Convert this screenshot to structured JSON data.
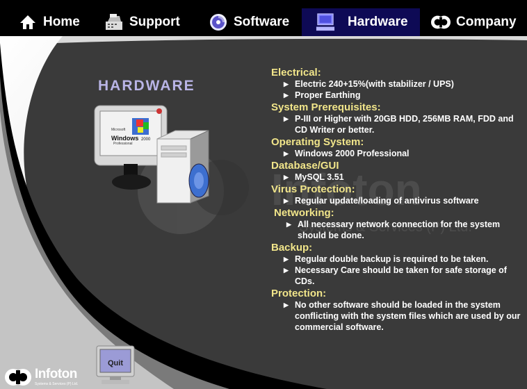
{
  "nav": [
    {
      "label": "Home",
      "icon": "house-icon",
      "active": false
    },
    {
      "label": "Support",
      "icon": "cash-register-icon",
      "active": false
    },
    {
      "label": "Software",
      "icon": "cd-icon",
      "active": false
    },
    {
      "label": "Hardware",
      "icon": "computer-icon",
      "active": true
    },
    {
      "label": "Company",
      "icon": "company-logo-icon",
      "active": false
    }
  ],
  "page_title": "HARDWARE",
  "screen": {
    "brand": "Microsoft",
    "product": "Windows",
    "version": "2000",
    "edition": "Professional"
  },
  "sections": [
    {
      "title": "Electrical:",
      "items": [
        "Electric 240+15%(with stabilizer / UPS)",
        "Proper Earthing"
      ]
    },
    {
      "title": "System Prerequisites:",
      "items": [
        "P-III or Higher with 20GB HDD, 256MB RAM, FDD and CD Writer or better."
      ]
    },
    {
      "title": "Operating System:",
      "items": [
        "Windows 2000 Professional"
      ]
    },
    {
      "title": "Database/GUI",
      "items": [
        "MySQL 3.51"
      ]
    },
    {
      "title": "Virus Protection:",
      "items": [
        "Regular update/loading of antivirus software"
      ]
    },
    {
      "title": "Networking:",
      "items": [
        "All necessary network connection for the system should be done."
      ]
    },
    {
      "title": "Backup:",
      "items": [
        "Regular double backup is required to be taken.",
        "Necessary Care should be taken for safe storage of CDs."
      ]
    },
    {
      "title": "Protection:",
      "items": [
        "No other software should be loaded in the system conflicting with the system files which are used by our commercial software."
      ]
    }
  ],
  "watermark": {
    "name": "Infoton",
    "sub": "Systems & Services (P) Ltd."
  },
  "logo": {
    "name": "Infoton",
    "sub": "Systems & Services (P) Ltd."
  },
  "quit_label": "Quit",
  "colors": {
    "nav_active": "#0e0a55",
    "heading": "#f1e58a",
    "title": "#b9b4e6",
    "panel": "#3a3a3a",
    "curve": "#ffffff"
  }
}
